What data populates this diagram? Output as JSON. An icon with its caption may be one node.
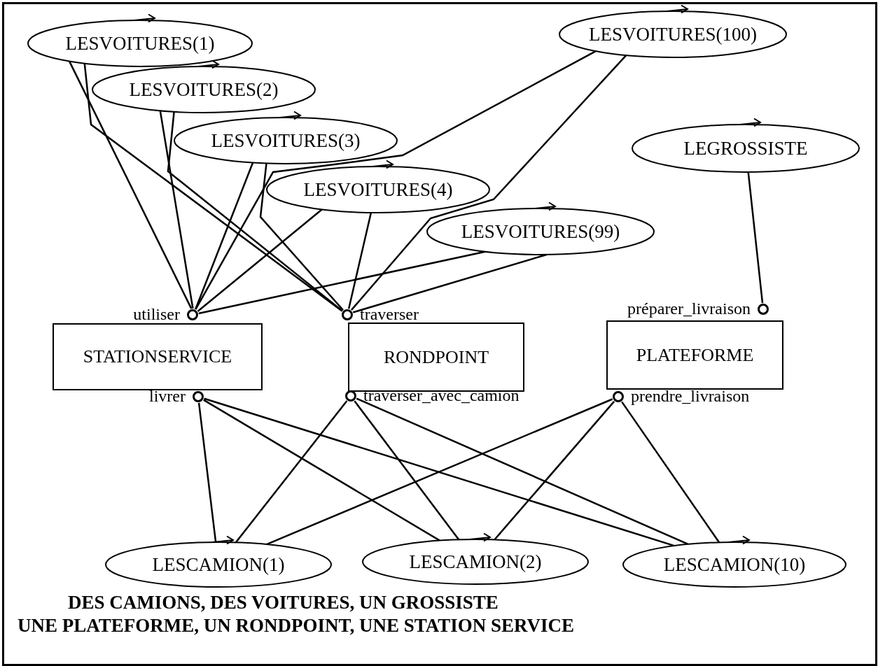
{
  "diagram": {
    "nodes": [
      {
        "text": [
          "LESVOITURES(1)"
        ]
      },
      {
        "text": [
          "LESVOITURES(100)"
        ]
      },
      {
        "text": [
          "LESVOITURES(2)"
        ]
      },
      {
        "text": [
          "LESVOITURES(3)"
        ]
      },
      {
        "text": [
          "LEGROSSISTE"
        ]
      },
      {
        "text": [
          "LESVOITURES(4)"
        ]
      },
      {
        "text": [
          "LESVOITURES(99)"
        ]
      },
      {
        "text": [],
        "shape": "circle",
        "beside": [
          "utiliser"
        ]
      },
      {
        "text": [],
        "shape": "circle",
        "beside": [
          "traverser"
        ]
      },
      {
        "text": [],
        "shape": "circle",
        "beside": [
          "préparer_livraison"
        ]
      },
      {
        "text": [
          "STATIONSERVICE"
        ]
      },
      {
        "text": [
          "RONDPOINT"
        ]
      },
      {
        "text": [
          "PLATEFORME"
        ]
      },
      {
        "text": [],
        "shape": "circle",
        "beside": [
          "livrer"
        ]
      },
      {
        "text": [],
        "shape": "circle",
        "beside": [
          "traverser_avec_camion"
        ]
      },
      {
        "text": [],
        "shape": "circle",
        "beside": [
          "prendre_livraison"
        ]
      },
      {
        "text": [
          "LESCAMION(1)"
        ]
      },
      {
        "text": [
          "LESCAMION(2)"
        ]
      },
      {
        "text": [
          "LESCAMION(10)"
        ]
      }
    ],
    "edges": [
      {
        "from": 0,
        "to": 7,
        "arrow": "none"
      },
      {
        "from": 0,
        "to": 8,
        "arrow": "none"
      },
      {
        "from": 2,
        "to": 7,
        "arrow": "none"
      },
      {
        "from": 2,
        "to": 8,
        "arrow": "none"
      },
      {
        "from": 3,
        "to": 7,
        "arrow": "none"
      },
      {
        "from": 3,
        "to": 8,
        "arrow": "none"
      },
      {
        "from": 5,
        "to": 7,
        "arrow": "none"
      },
      {
        "from": 5,
        "to": 8,
        "arrow": "none"
      },
      {
        "from": 1,
        "to": 7,
        "arrow": "none"
      },
      {
        "from": 1,
        "to": 8,
        "arrow": "none"
      },
      {
        "from": 6,
        "to": 7,
        "arrow": "none"
      },
      {
        "from": 6,
        "to": 8,
        "arrow": "none"
      },
      {
        "from": 4,
        "to": 9,
        "arrow": "none"
      },
      {
        "from": 13,
        "to": 16,
        "arrow": "none"
      },
      {
        "from": 13,
        "to": 17,
        "arrow": "none"
      },
      {
        "from": 13,
        "to": 18,
        "arrow": "none"
      },
      {
        "from": 14,
        "to": 16,
        "arrow": "none"
      },
      {
        "from": 14,
        "to": 17,
        "arrow": "none"
      },
      {
        "from": 14,
        "to": 18,
        "arrow": "none"
      },
      {
        "from": 15,
        "to": 16,
        "arrow": "none"
      },
      {
        "from": 15,
        "to": 17,
        "arrow": "none"
      },
      {
        "from": 15,
        "to": 18,
        "arrow": "none"
      }
    ],
    "labels": [
      "DES CAMIONS, DES VOITURES, UN GROSSISTE",
      "UNE PLATEFORME, UN RONDPOINT, UNE STATION SERVICE"
    ]
  }
}
